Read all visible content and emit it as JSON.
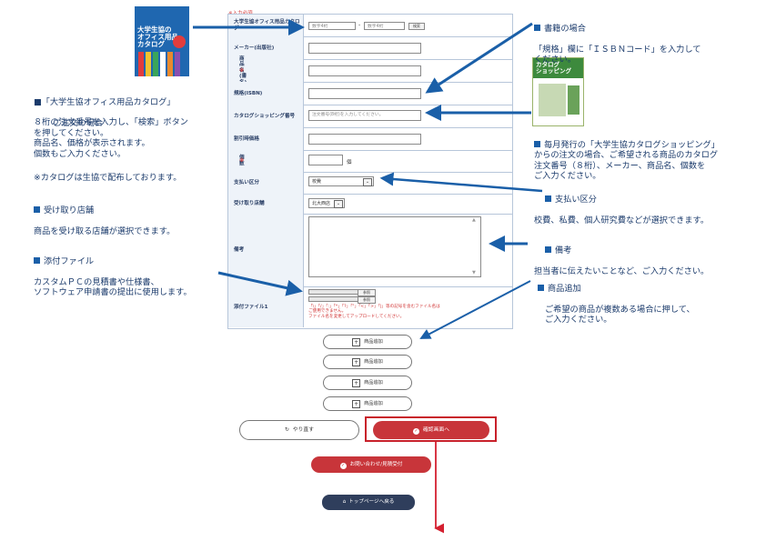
{
  "catalog_cover": {
    "title": "大学生協の\nオフィス用品\nカタログ",
    "colors": [
      "#1f67b0",
      "#e23d3d",
      "#f2c230",
      "#3aa55a"
    ]
  },
  "catalog2_cover": {
    "title": "カタログ\nショッピング"
  },
  "left_notes": {
    "office": {
      "title": "■「大学生協オフィス用品カタログ」",
      "subtitle": "ご注文の場合",
      "body": "８桁の注文番号を入力し、「検索」ボタン\nを押してください。\n商品名、価格が表示されます。\n個数もご入力ください。",
      "footnote": "※カタログは生協で配布しております。"
    },
    "store": {
      "title": "受け取り店舗",
      "body": "商品を受け取る店舗が選択できます。"
    },
    "attach": {
      "title": "添付ファイル",
      "body": "カスタムＰＣの見積書や仕様書、\nソフトウェア申請書の提出に使用します。"
    }
  },
  "right_notes": {
    "books": {
      "title": "書籍の場合",
      "body": "「規格」欄に「ＩＳＢＮコード」を入力して\nください。"
    },
    "monthly": {
      "body": "毎月発行の「大学生協カタログショッピング」\nからの注文の場合、ご希望される商品のカタログ\n注文番号（８桁）、メーカー、商品名、個数を\nご入力ください。"
    },
    "payment": {
      "title": "支払い区分",
      "body": "校費、私費、個人研究費などが選択できます。"
    },
    "remarks": {
      "title": "備考",
      "body": "担当者に伝えたいことなど、ご入力ください。"
    },
    "add": {
      "title": "商品追加",
      "body": "ご希望の商品が複数ある場合に押して、\nご入力ください。"
    }
  },
  "form": {
    "required_note": "※入力必須",
    "office_label": "大学生協オフィス用品カタログ",
    "office_ph1": "数字4桁",
    "office_ph2": "数字4桁",
    "dash": "-",
    "search_btn": "検索",
    "maker_label": "メーカー(出版社)",
    "name_label": "商品名(書名)",
    "asterisk": "※",
    "spec_label": "規格(ISBN)",
    "catalog_label": "カタログショッピング番号",
    "catalog_ph": "注文番号(8桁)を入力してください。",
    "price_label": "割引時価格",
    "qty_label": "個数",
    "qty_unit": "個",
    "pay_label": "支払い区分",
    "pay_value": "校費",
    "store_label": "受け取り店舗",
    "store_value": "北大西店",
    "remarks_label": "備考",
    "attach_label": "添付ファイル1",
    "ref_btn": "参照",
    "attach_warn": "「\\」「/」「:」「*」「?」「\"」「<」「>」「|」等の記号を含むファイル名は\nご使用できません。\nファイル名を変更してアップロードしてください。"
  },
  "buttons": {
    "add_item": "商品追加",
    "redo": "やり直す",
    "confirm": "確認画面へ",
    "inquiry": "お問い合わせ/見積受付",
    "top": "トップページへ戻る"
  },
  "colors": {
    "accent_red": "#c8353a",
    "navy": "#2f3e5c",
    "annotation_blue": "#1a5fa8",
    "highlight_red": "#c8202a"
  }
}
